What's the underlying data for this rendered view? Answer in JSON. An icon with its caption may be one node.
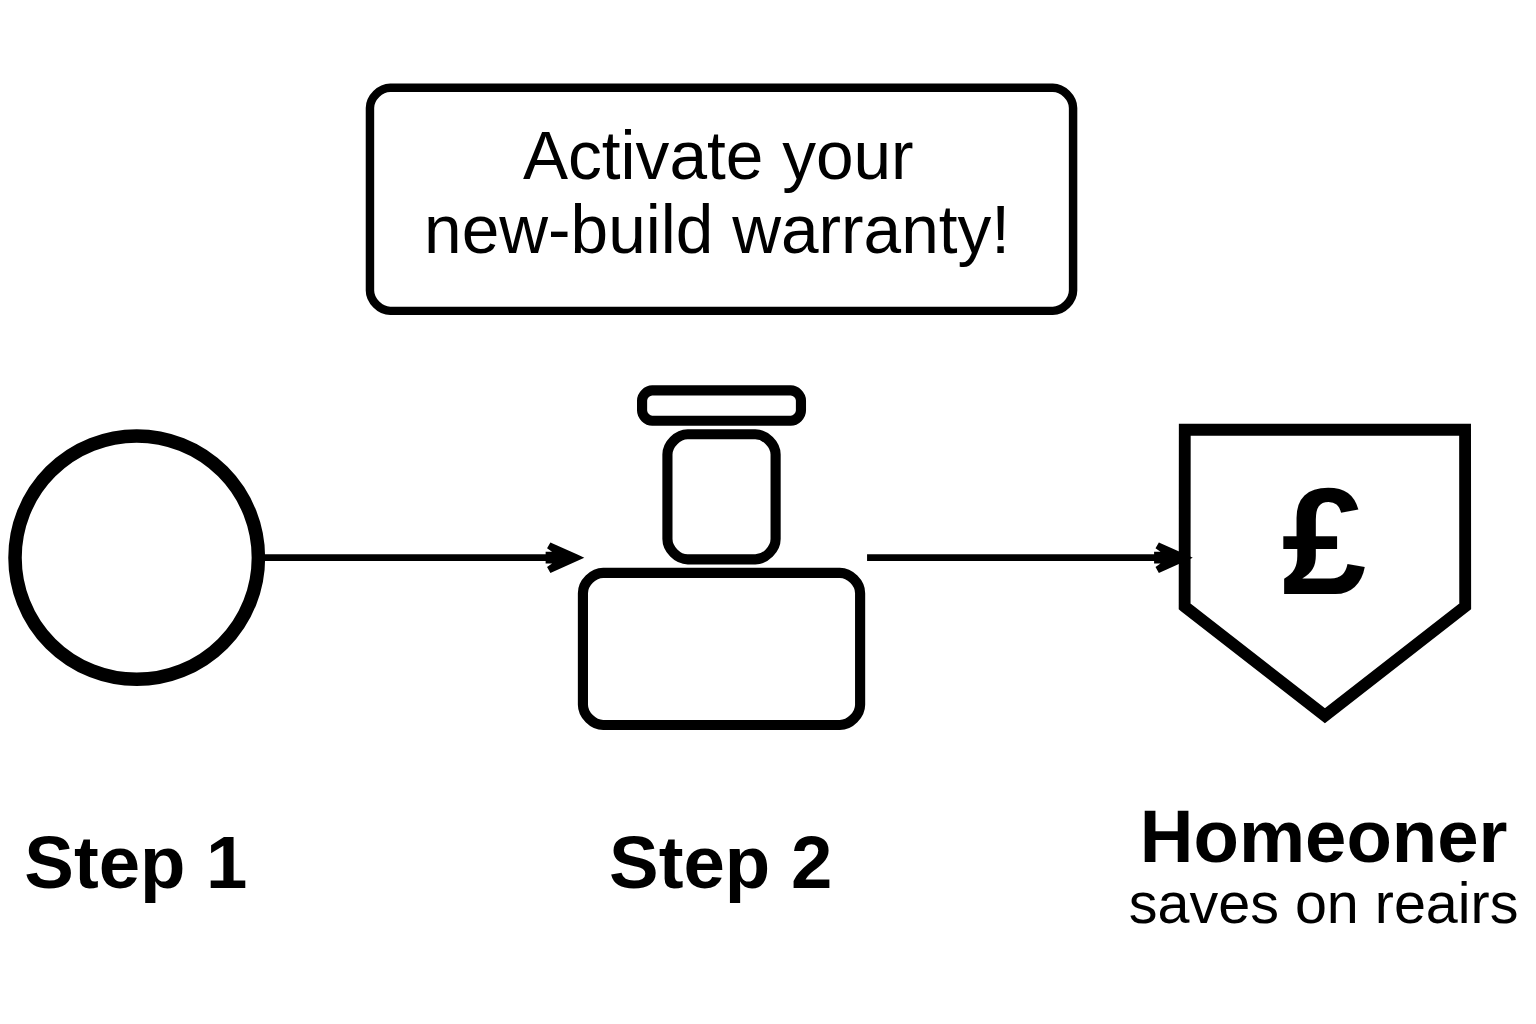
{
  "diagram": {
    "nodes": [
      {
        "text": [
          "Activate your new-build warranty!"
        ]
      },
      {
        "text": [],
        "shape": "circle",
        "beside": [
          "Step 1"
        ]
      },
      {
        "text": [],
        "shape": "person",
        "beside": [
          "Step 2"
        ]
      },
      {
        "text": [
          "£"
        ],
        "beside": [
          "Homeoner",
          "saves on reairs"
        ]
      }
    ],
    "edges": [
      {
        "from": 1,
        "to": 2,
        "arrow": "to"
      },
      {
        "from": 2,
        "to": 3,
        "arrow": "to"
      }
    ]
  }
}
